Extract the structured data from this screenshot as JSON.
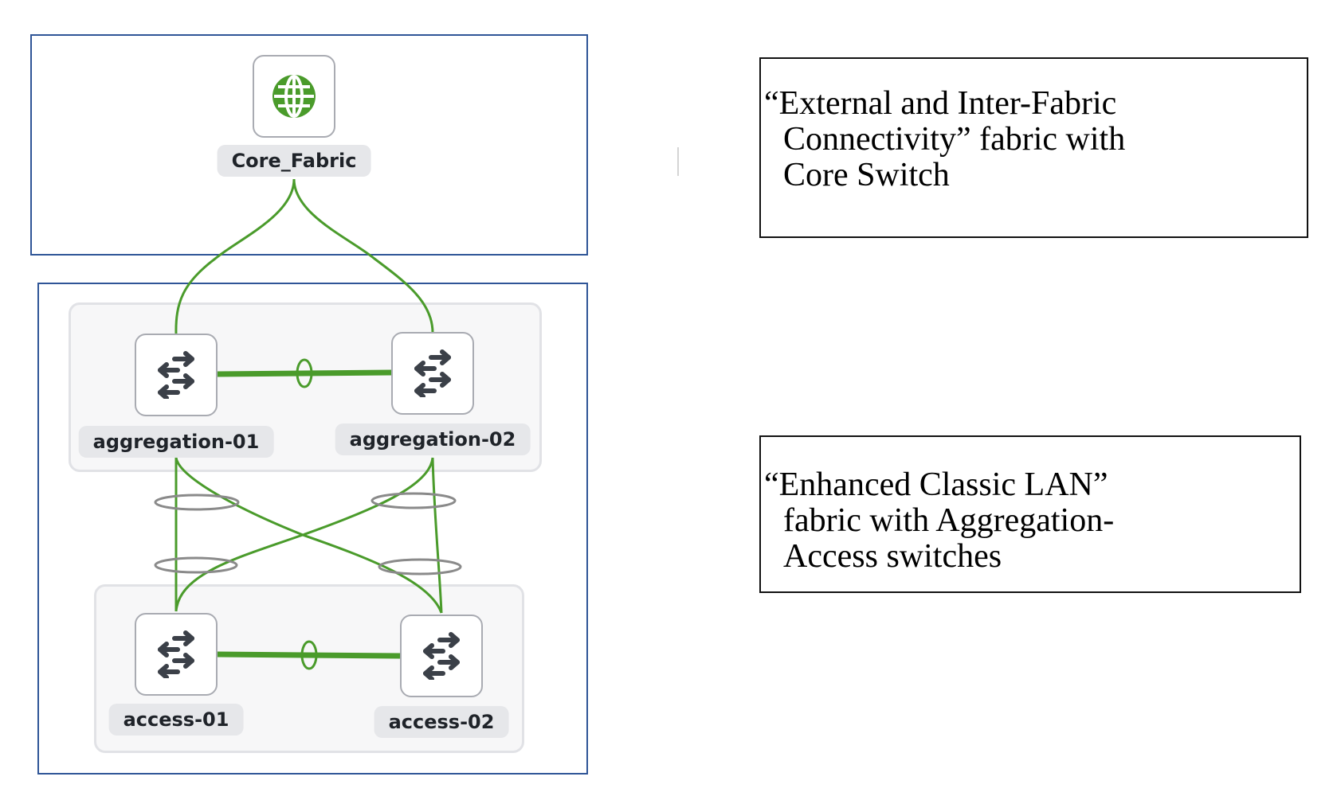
{
  "colors": {
    "frame": "#2f5597",
    "link": "#4a9b2b",
    "bundle_ring": "#8a8a8a",
    "node_icon": "#3b4048",
    "globe": "#4a9b2b"
  },
  "nodes": {
    "core": {
      "label": "Core_Fabric",
      "icon": "globe-icon"
    },
    "agg1": {
      "label": "aggregation-01",
      "icon": "switch-arrows-icon"
    },
    "agg2": {
      "label": "aggregation-02",
      "icon": "switch-arrows-icon"
    },
    "acc1": {
      "label": "access-01",
      "icon": "switch-arrows-icon"
    },
    "acc2": {
      "label": "access-02",
      "icon": "switch-arrows-icon"
    }
  },
  "captions": {
    "external": {
      "lines": [
        "“External and Inter-Fabric",
        "Connectivity” fabric with",
        "Core Switch"
      ]
    },
    "enhanced": {
      "lines": [
        "“Enhanced Classic LAN”",
        "fabric with Aggregation-",
        "Access switches"
      ]
    }
  }
}
